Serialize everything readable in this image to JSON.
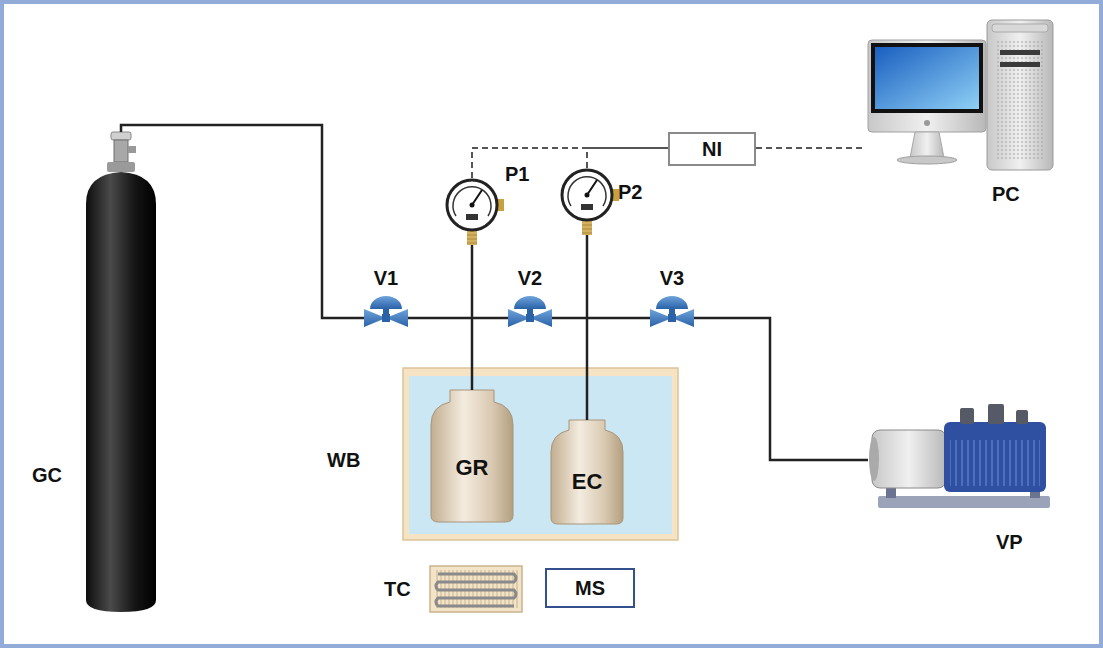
{
  "diagram": {
    "nodes": [
      {
        "text": [
          "GC"
        ]
      },
      {
        "text": [
          "V1"
        ]
      },
      {
        "text": [
          "P1"
        ]
      },
      {
        "text": [
          "V2"
        ]
      },
      {
        "text": [
          "P2"
        ]
      },
      {
        "text": [
          "V3"
        ]
      },
      {
        "text": [
          "NI"
        ]
      },
      {
        "text": [
          "PC"
        ]
      },
      {
        "text": [
          "WB"
        ]
      },
      {
        "text": [
          "GR"
        ],
        "in": 8
      },
      {
        "text": [
          "EC"
        ],
        "in": 8
      },
      {
        "text": [
          "TC"
        ]
      },
      {
        "text": [
          "MS"
        ]
      },
      {
        "text": [
          "VP"
        ]
      }
    ],
    "edges": [
      {
        "from": 0,
        "to": 1,
        "arrow": "none"
      },
      {
        "from": 1,
        "to": 3,
        "arrow": "none"
      },
      {
        "from": 3,
        "to": 5,
        "arrow": "none"
      },
      {
        "from": 5,
        "to": 13,
        "arrow": "none"
      },
      {
        "from": 2,
        "to": 9,
        "arrow": "none"
      },
      {
        "from": 4,
        "to": 10,
        "arrow": "none"
      },
      {
        "from": 2,
        "to": 6,
        "arrow": "none"
      },
      {
        "from": 4,
        "to": 6,
        "arrow": "none"
      },
      {
        "from": 6,
        "to": 7,
        "arrow": "none"
      }
    ]
  }
}
